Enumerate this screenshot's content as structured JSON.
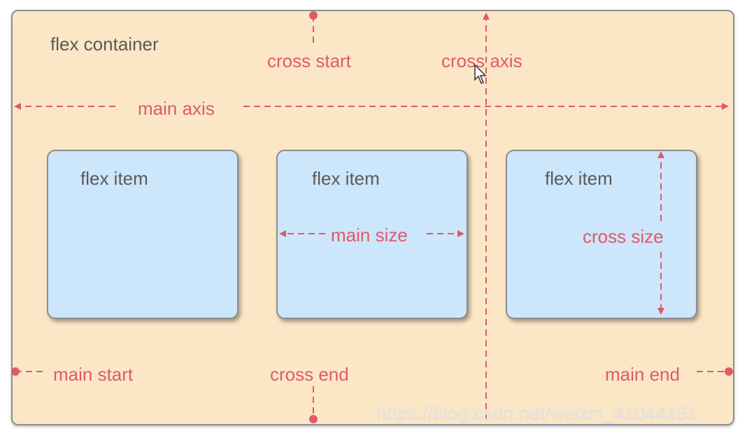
{
  "container": {
    "title": "flex container"
  },
  "labels": {
    "cross_start": "cross start",
    "cross_axis": "cross axis",
    "main_axis": "main axis",
    "main_size": "main size",
    "cross_size": "cross size",
    "main_start": "main start",
    "cross_end": "cross end",
    "main_end": "main end"
  },
  "items": [
    {
      "title": "flex item"
    },
    {
      "title": "flex item"
    },
    {
      "title": "flex item"
    }
  ],
  "watermark": "https://blog.csdn.net/weixin_41044151",
  "colors": {
    "container_bg": "#fbe7c6",
    "item_bg": "#cce6fb",
    "accent": "#e05a6a",
    "text": "#5a5a5a"
  }
}
